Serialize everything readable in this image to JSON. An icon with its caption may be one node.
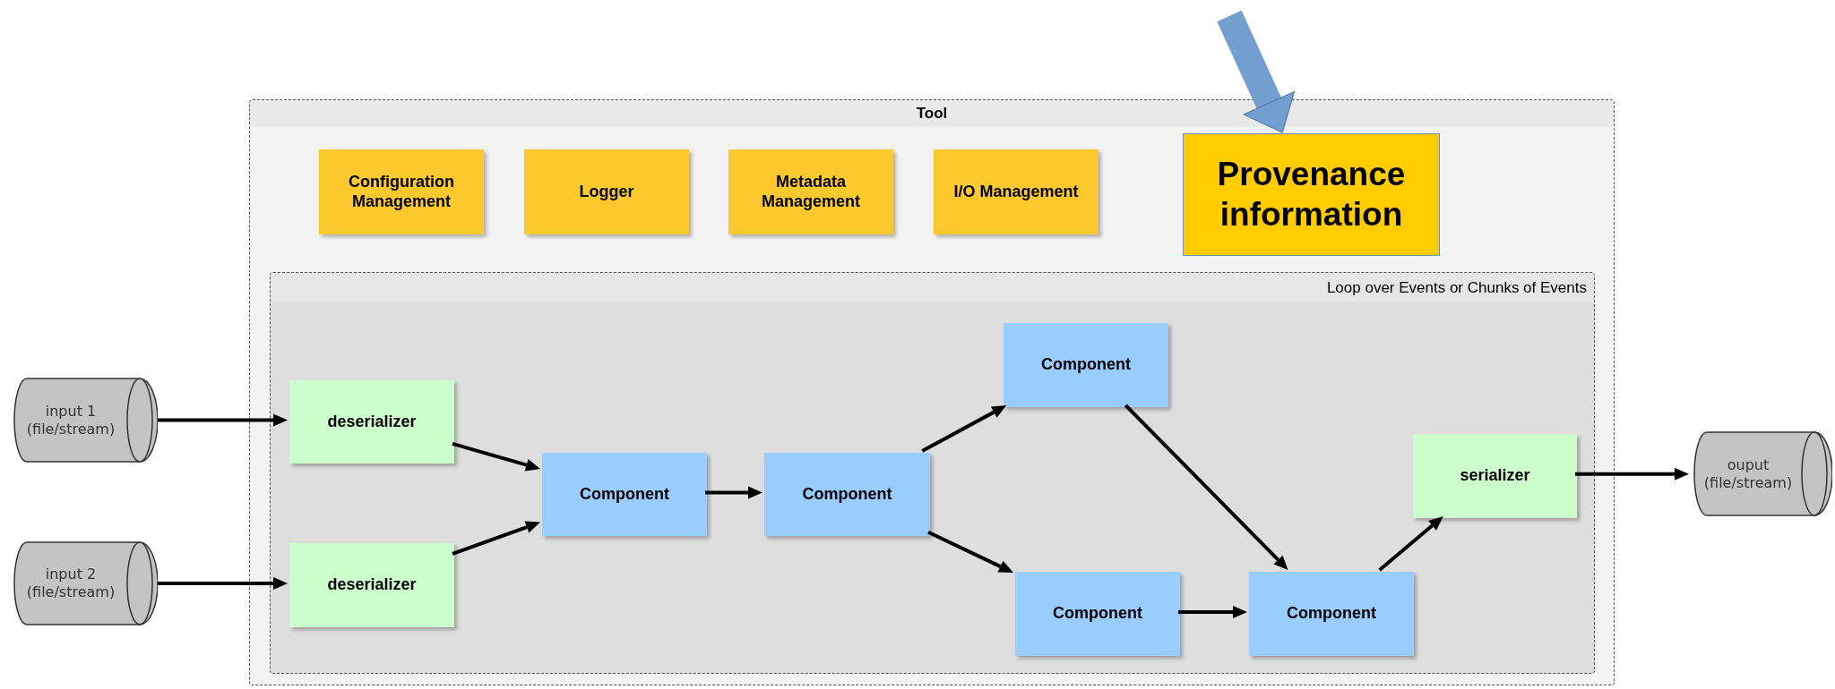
{
  "diagram": {
    "nodes": [
      {
        "text": [
          "Tool"
        ]
      },
      {
        "text": [
          "Configuration Management"
        ],
        "in": 0
      },
      {
        "text": [
          "Logger"
        ],
        "in": 0
      },
      {
        "text": [
          "Metadata Management"
        ],
        "in": 0
      },
      {
        "text": [
          "I/O Management"
        ],
        "in": 0
      },
      {
        "text": [
          "Provenance information"
        ],
        "in": 0
      },
      {
        "text": [
          "Loop over Events or Chunks of Events"
        ],
        "in": 0
      },
      {
        "text": [
          "deserializer"
        ],
        "in": 6
      },
      {
        "text": [
          "deserializer"
        ],
        "in": 6
      },
      {
        "text": [
          "Component"
        ],
        "in": 6
      },
      {
        "text": [
          "Component"
        ],
        "in": 6
      },
      {
        "text": [
          "Component"
        ],
        "in": 6
      },
      {
        "text": [
          "Component"
        ],
        "in": 6
      },
      {
        "text": [
          "Component"
        ],
        "in": 6
      },
      {
        "text": [
          "serializer"
        ],
        "in": 6
      },
      {
        "text": [
          "input 1 (file/stream)"
        ]
      },
      {
        "text": [
          "input 2 (file/stream)"
        ]
      },
      {
        "text": [
          "ouput (file/stream)"
        ]
      }
    ],
    "edges": [
      {
        "from": 15,
        "to": 7,
        "arrow": "to"
      },
      {
        "from": 16,
        "to": 8,
        "arrow": "to"
      },
      {
        "from": 7,
        "to": 9,
        "arrow": "to"
      },
      {
        "from": 8,
        "to": 9,
        "arrow": "to"
      },
      {
        "from": 9,
        "to": 10,
        "arrow": "to"
      },
      {
        "from": 10,
        "to": 11,
        "arrow": "to"
      },
      {
        "from": 10,
        "to": 12,
        "arrow": "to"
      },
      {
        "from": 11,
        "to": 13,
        "arrow": "to"
      },
      {
        "from": 12,
        "to": 13,
        "arrow": "to"
      },
      {
        "from": 13,
        "to": 14,
        "arrow": "to"
      },
      {
        "from": 14,
        "to": 17,
        "arrow": "to"
      },
      {
        "from": null,
        "to": 5,
        "arrow": "to",
        "style": "thick",
        "color": "#729fcf"
      }
    ]
  }
}
